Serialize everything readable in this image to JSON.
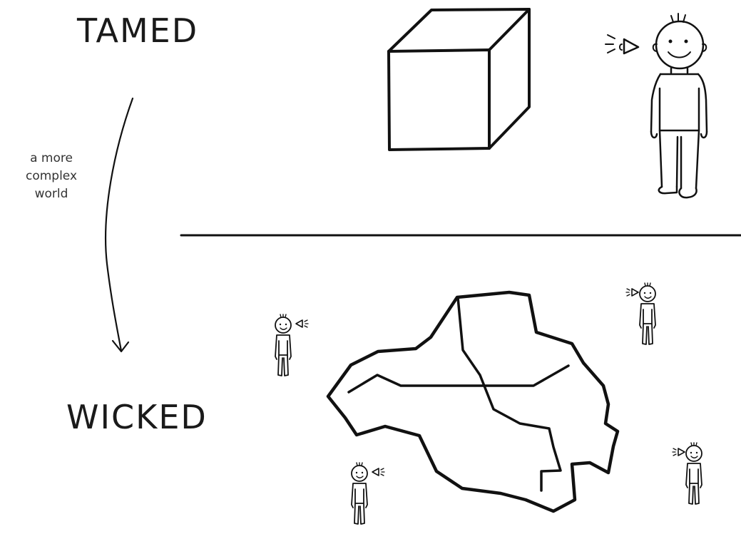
{
  "tamed_label": "TAMED",
  "wicked_label": "WICKED",
  "transition_note": [
    "a more",
    "complex",
    "world"
  ],
  "colors": {
    "ink": "#111111",
    "background": "#ffffff"
  },
  "elements": {
    "cube": "simple-cube",
    "maze": "tangled-maze-shape",
    "observer_large": "person-looking-icon",
    "observers_small": [
      "person-looking-icon",
      "person-looking-icon",
      "person-looking-icon",
      "person-looking-icon"
    ]
  }
}
